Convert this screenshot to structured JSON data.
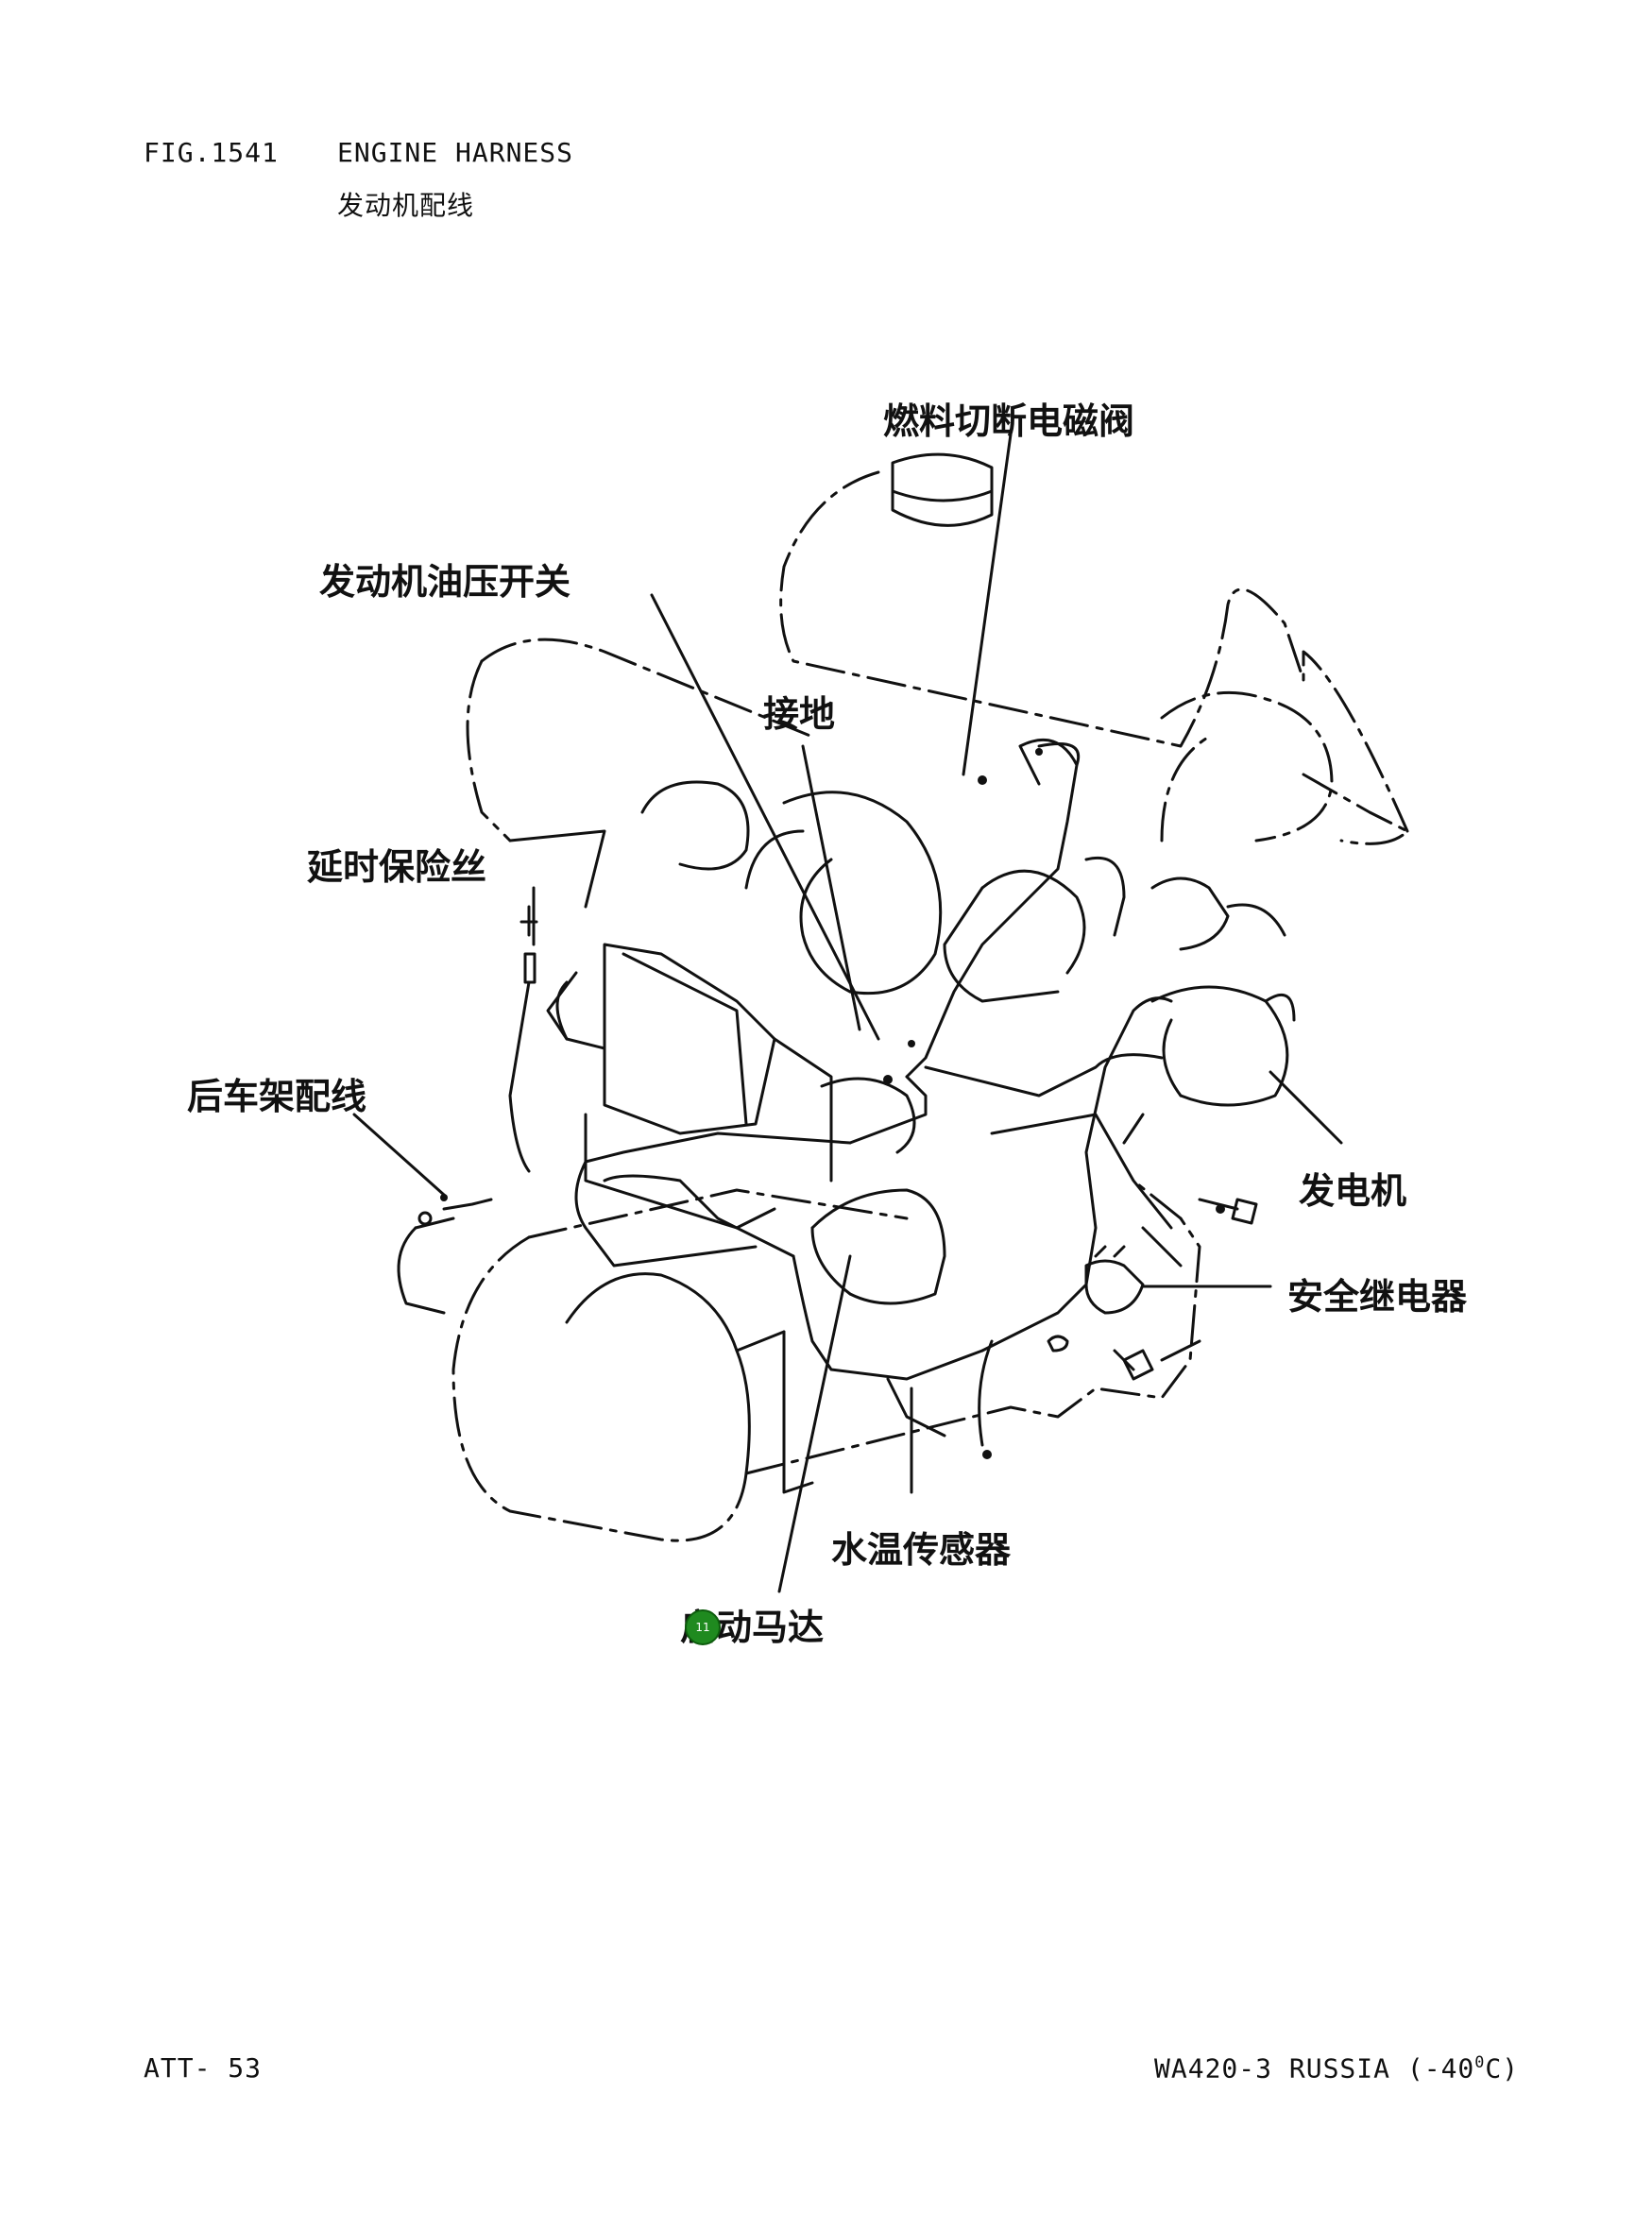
{
  "header": {
    "fig_number": "FIG.1541",
    "title_en": "ENGINE HARNESS",
    "title_cn": "发动机配线"
  },
  "labels": {
    "fuel_cutoff_solenoid": "燃料切断电磁阀",
    "oil_pressure_switch": "发动机油压开关",
    "ground": "接地",
    "delay_fuse": "延时保险丝",
    "rear_frame_harness": "后车架配线",
    "alternator": "发电机",
    "safety_relay": "安全继电器",
    "water_temp_sensor": "水温传感器",
    "starter_motor": "启动马达"
  },
  "badge": {
    "number": "11",
    "color": "#1f8a1f"
  },
  "footer": {
    "page": "ATT- 53",
    "model": "WA420-3 RUSSIA (-40",
    "degree": "0",
    "unit_suffix": "C)"
  }
}
